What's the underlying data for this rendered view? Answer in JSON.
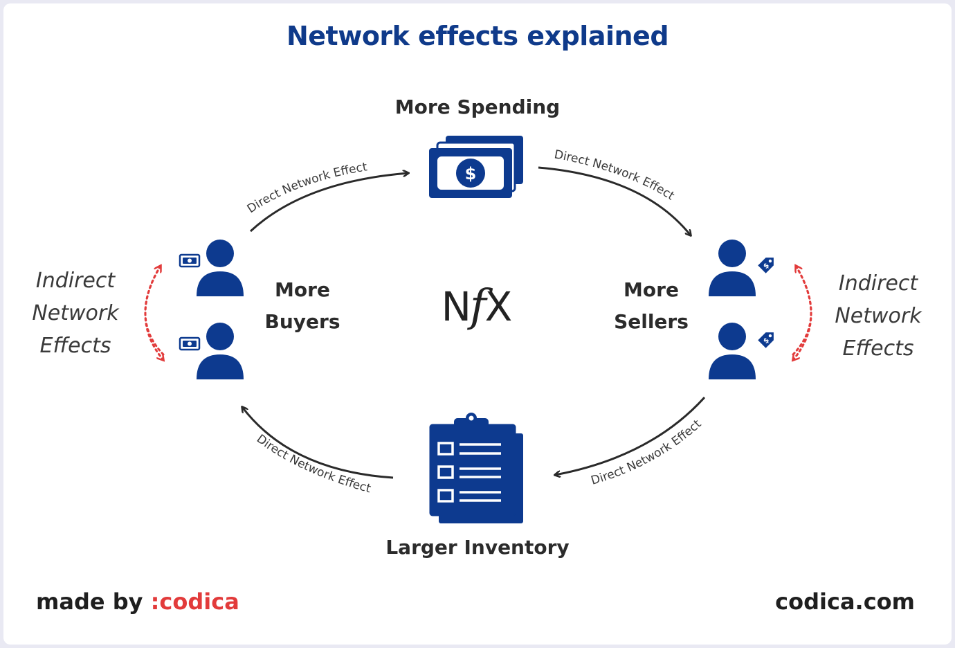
{
  "title": "Network effects explained",
  "nodes": {
    "spending": "More Spending",
    "buyers_line1": "More",
    "buyers_line2": "Buyers",
    "sellers_line1": "More",
    "sellers_line2": "Sellers",
    "inventory": "Larger Inventory"
  },
  "edges": {
    "buyers_to_spending": "Direct Network Effect",
    "spending_to_sellers": "Direct Network Effect",
    "sellers_to_inventory": "Direct Network Effect",
    "inventory_to_buyers": "Direct Network Effect"
  },
  "indirect_left": {
    "line1": "Indirect",
    "line2": "Network",
    "line3": "Effects"
  },
  "indirect_right": {
    "line1": "Indirect",
    "line2": "Network",
    "line3": "Effects"
  },
  "logo": {
    "n": "N",
    "f": "f",
    "x": "X"
  },
  "footer": {
    "made_by": "made by ",
    "brand": ":codica",
    "site": "codica.com"
  },
  "colors": {
    "navy": "#0f3a8a",
    "icon_blue": "#0d3a8f",
    "red_accent": "#e23b3b",
    "arrow": "#2a2a2a"
  },
  "icons": [
    "money-stack-icon",
    "clipboard-checklist-icon",
    "person-icon",
    "cash-badge-icon",
    "price-tag-icon",
    "cycle-arrow-icon",
    "dotted-red-arrow-icon"
  ]
}
